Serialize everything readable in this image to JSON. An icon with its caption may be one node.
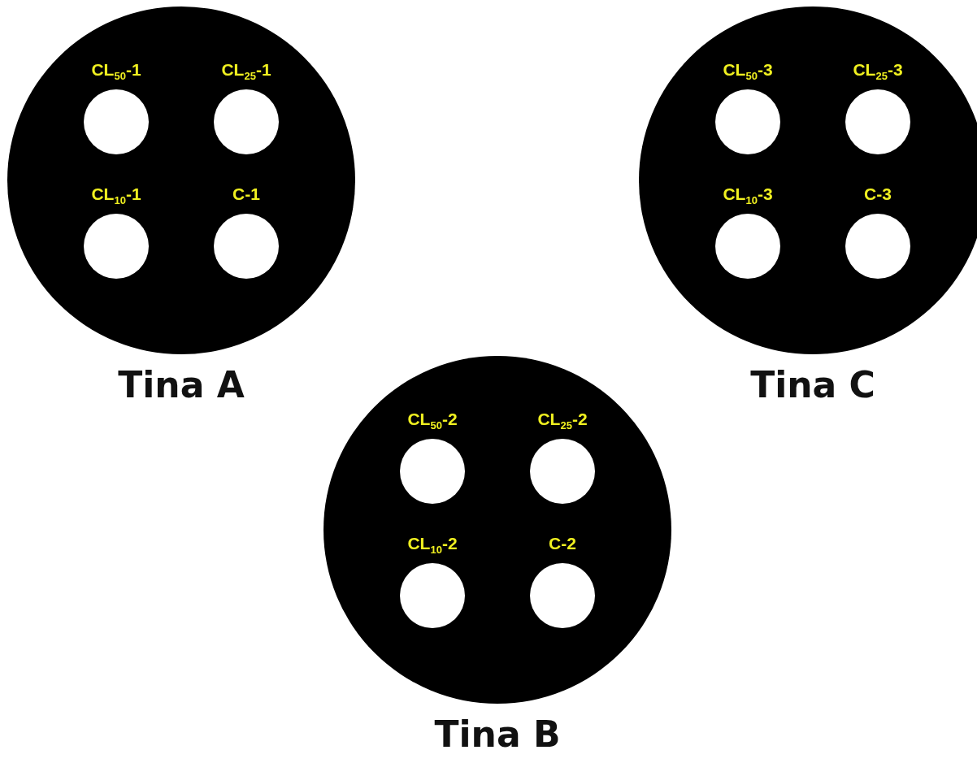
{
  "diagram": {
    "nodes": [
      {
        "text": [
          "Tina A"
        ]
      },
      {
        "text": [
          "CL$_{50}$-1"
        ],
        "in": 0
      },
      {
        "text": [
          "CL$_{25}$-1"
        ],
        "in": 0
      },
      {
        "text": [
          "CL$_{10}$-1"
        ],
        "in": 0
      },
      {
        "text": [
          "C-1"
        ],
        "in": 0
      },
      {
        "text": [
          "Tina C"
        ]
      },
      {
        "text": [
          "CL$_{50}$-3"
        ],
        "in": 5
      },
      {
        "text": [
          "CL$_{25}$-3"
        ],
        "in": 5
      },
      {
        "text": [
          "CL$_{10}$-3"
        ],
        "in": 5
      },
      {
        "text": [
          "C-3"
        ],
        "in": 5
      },
      {
        "text": [
          "Tina B"
        ]
      },
      {
        "text": [
          "CL$_{50}$-2"
        ],
        "in": 10
      },
      {
        "text": [
          "CL$_{25}$-2"
        ],
        "in": 10
      },
      {
        "text": [
          "CL$_{10}$-2"
        ],
        "in": 10
      },
      {
        "text": [
          "C-2"
        ],
        "in": 10
      }
    ],
    "edges": []
  }
}
